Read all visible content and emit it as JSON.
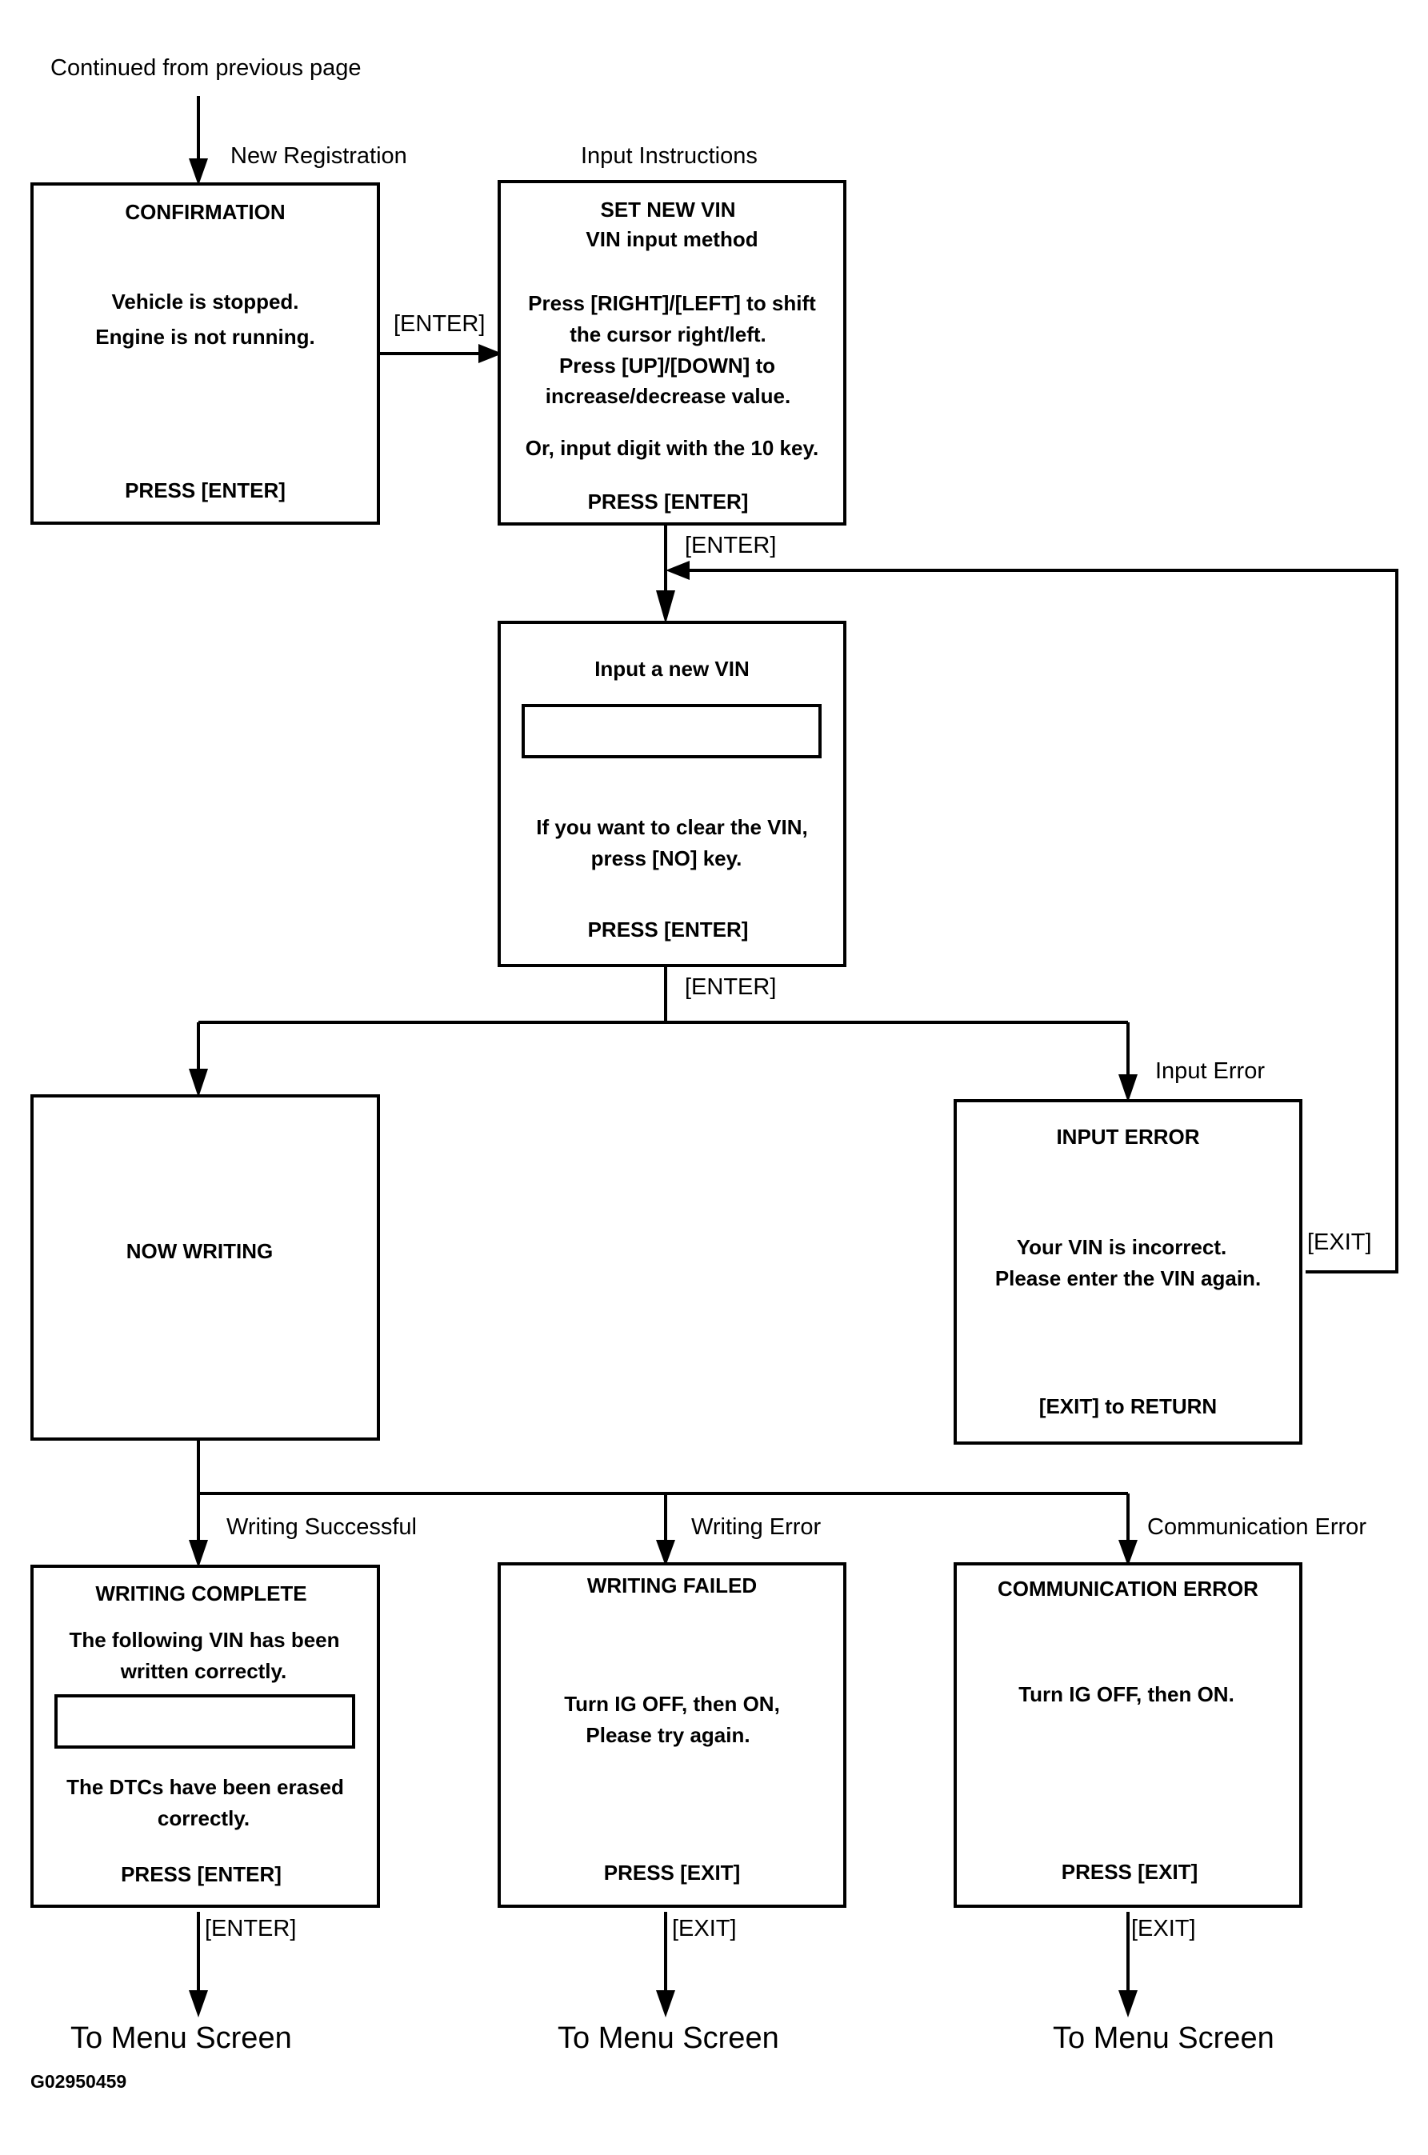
{
  "diagram": {
    "continued_label": "Continued from previous page",
    "figure_id": "G02950459",
    "labels": {
      "new_registration": "New Registration",
      "input_instructions": "Input Instructions",
      "enter_1": "[ENTER]",
      "enter_2": "[ENTER]",
      "enter_3": "[ENTER]",
      "enter_4": "[ENTER]",
      "input_error": "Input Error",
      "exit_loop": "[EXIT]",
      "writing_successful": "Writing Successful",
      "writing_error": "Writing Error",
      "communication_error": "Communication Error",
      "exit_2": "[EXIT]",
      "exit_3": "[EXIT]"
    },
    "destinations": {
      "d1": "To Menu Screen",
      "d2": "To Menu Screen",
      "d3": "To Menu Screen"
    },
    "boxes": {
      "confirmation": {
        "title": "CONFIRMATION",
        "line1": "Vehicle is stopped.",
        "line2": "Engine is not running.",
        "footer": "PRESS [ENTER]"
      },
      "set_new_vin": {
        "title": "SET NEW VIN",
        "subtitle": "VIN input method",
        "line1": "Press [RIGHT]/[LEFT] to shift",
        "line2": "the cursor right/left.",
        "line3": "Press [UP]/[DOWN] to",
        "line4": "increase/decrease value.",
        "line5": "Or, input digit with the 10 key.",
        "footer": "PRESS [ENTER]"
      },
      "input_vin": {
        "title": "Input a new VIN",
        "line1": "If you want to clear the VIN,",
        "line2": "press [NO] key.",
        "footer": "PRESS [ENTER]"
      },
      "now_writing": {
        "title": "NOW WRITING"
      },
      "input_error": {
        "title": "INPUT ERROR",
        "line1": "Your VIN is incorrect.",
        "line2": "Please enter the VIN again.",
        "footer": "[EXIT] to RETURN"
      },
      "writing_complete": {
        "title": "WRITING COMPLETE",
        "line1": "The following VIN has been",
        "line2": "written correctly.",
        "line3": "The DTCs have been erased",
        "line4": "correctly.",
        "footer": "PRESS [ENTER]"
      },
      "writing_failed": {
        "title": "WRITING FAILED",
        "line1": "Turn IG OFF, then ON,",
        "line2": "Please try again.",
        "footer": "PRESS [EXIT]"
      },
      "comm_error": {
        "title": "COMMUNICATION ERROR",
        "line1": "Turn IG OFF, then ON.",
        "footer": "PRESS [EXIT]"
      }
    }
  }
}
